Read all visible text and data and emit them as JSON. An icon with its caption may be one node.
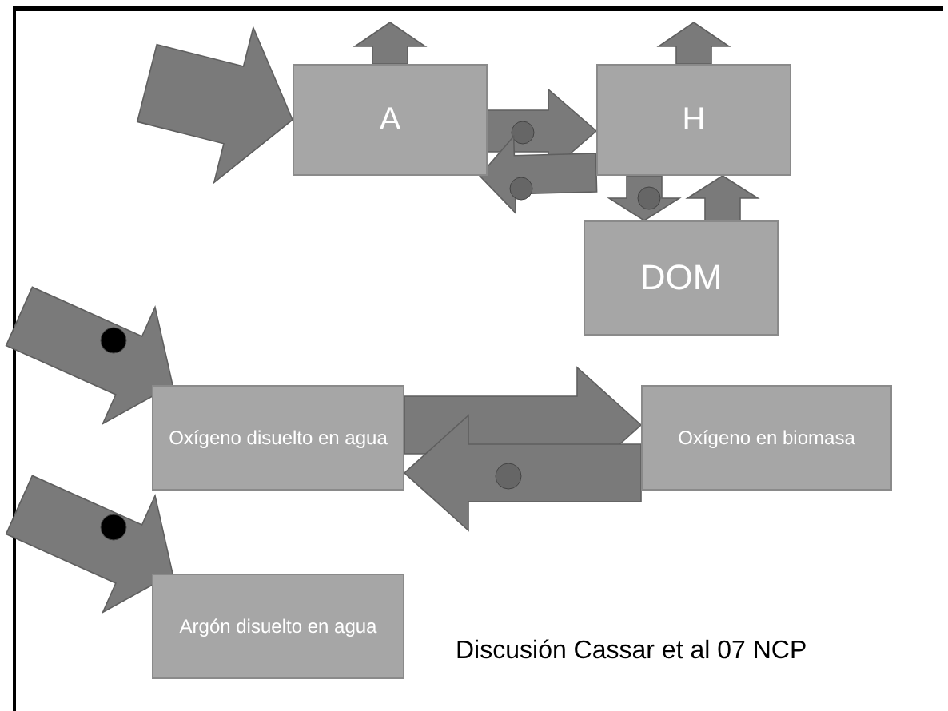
{
  "diagram": {
    "nodes": [
      {
        "text": [
          "A"
        ]
      },
      {
        "text": [
          "H"
        ]
      },
      {
        "text": [
          "DOM"
        ]
      },
      {
        "text": [
          "Oxígeno disuelto en agua"
        ]
      },
      {
        "text": [
          "Oxígeno en biomasa"
        ]
      },
      {
        "text": [
          "Argón disuelto en agua"
        ]
      }
    ],
    "edges": [
      {
        "from": null,
        "to": 0,
        "arrow": "to"
      },
      {
        "from": 0,
        "to": null,
        "arrow": "to"
      },
      {
        "from": 0,
        "to": 1,
        "arrow": "to"
      },
      {
        "from": 1,
        "to": 0,
        "arrow": "to"
      },
      {
        "from": 1,
        "to": null,
        "arrow": "to"
      },
      {
        "from": 1,
        "to": 2,
        "arrow": "to"
      },
      {
        "from": 2,
        "to": 1,
        "arrow": "to"
      },
      {
        "from": null,
        "to": 3,
        "arrow": "to"
      },
      {
        "from": 3,
        "to": 4,
        "arrow": "to"
      },
      {
        "from": 4,
        "to": 3,
        "arrow": "to"
      },
      {
        "from": null,
        "to": 5,
        "arrow": "to"
      }
    ],
    "labels": [
      "Discusión Cassar et al 07 NCP"
    ]
  }
}
